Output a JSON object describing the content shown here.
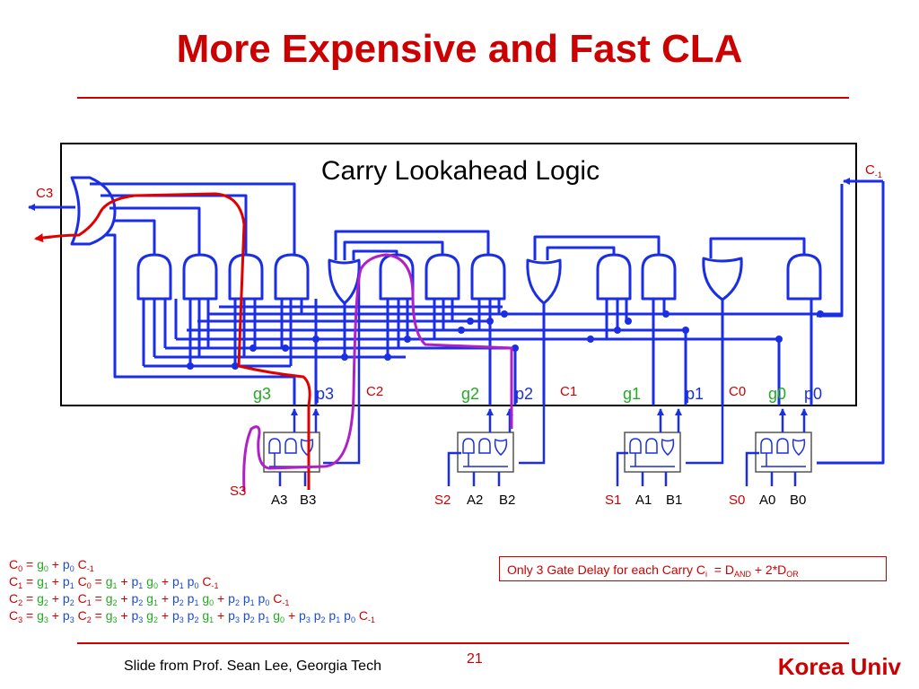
{
  "slide": {
    "title": "More Expensive and Fast CLA",
    "credit": "Slide from Prof. Sean Lee, Georgia Tech",
    "page_number": "21",
    "university": "Korea Univ"
  },
  "diagram": {
    "box_label": "Carry Lookahead Logic",
    "carry_in": "C",
    "carry_in_sub": "-1",
    "carry_out": "C3",
    "signals": [
      "g3",
      "p3",
      "C2",
      "g2",
      "p2",
      "C1",
      "g1",
      "p1",
      "C0",
      "g0",
      "p0"
    ],
    "bits": [
      {
        "sum": "S3",
        "a": "A3",
        "b": "B3"
      },
      {
        "sum": "S2",
        "a": "A2",
        "b": "B2"
      },
      {
        "sum": "S1",
        "a": "A1",
        "b": "B1"
      },
      {
        "sum": "S0",
        "a": "A0",
        "b": "B0"
      }
    ]
  },
  "equations": [
    [
      [
        "r",
        "C"
      ],
      [
        "rs",
        "0"
      ],
      [
        "r",
        " = "
      ],
      [
        "g",
        "g"
      ],
      [
        "gs",
        "0"
      ],
      [
        "r",
        " + "
      ],
      [
        "p",
        "p"
      ],
      [
        "ps",
        "0"
      ],
      [
        "r",
        " C"
      ],
      [
        "rs",
        "-1"
      ]
    ],
    [
      [
        "r",
        "C"
      ],
      [
        "rs",
        "1"
      ],
      [
        "r",
        " = "
      ],
      [
        "g",
        "g"
      ],
      [
        "gs",
        "1"
      ],
      [
        "r",
        " + "
      ],
      [
        "p",
        "p"
      ],
      [
        "ps",
        "1"
      ],
      [
        "r",
        " C"
      ],
      [
        "rs",
        "0"
      ],
      [
        "r",
        " = "
      ],
      [
        "g",
        "g"
      ],
      [
        "gs",
        "1"
      ],
      [
        "r",
        " + "
      ],
      [
        "p",
        "p"
      ],
      [
        "ps",
        "1"
      ],
      [
        "g",
        " g"
      ],
      [
        "gs",
        "0"
      ],
      [
        "r",
        " + "
      ],
      [
        "p",
        "p"
      ],
      [
        "ps",
        "1"
      ],
      [
        "p",
        " p"
      ],
      [
        "ps",
        "0"
      ],
      [
        "r",
        " C"
      ],
      [
        "rs",
        "-1"
      ]
    ],
    [
      [
        "r",
        "C"
      ],
      [
        "rs",
        "2"
      ],
      [
        "r",
        " = "
      ],
      [
        "g",
        "g"
      ],
      [
        "gs",
        "2"
      ],
      [
        "r",
        " + "
      ],
      [
        "p",
        "p"
      ],
      [
        "ps",
        "2"
      ],
      [
        "r",
        " C"
      ],
      [
        "rs",
        "1"
      ],
      [
        "r",
        " = "
      ],
      [
        "g",
        "g"
      ],
      [
        "gs",
        "2"
      ],
      [
        "r",
        " + "
      ],
      [
        "p",
        "p"
      ],
      [
        "ps",
        "2"
      ],
      [
        "g",
        " g"
      ],
      [
        "gs",
        "1"
      ],
      [
        "r",
        " + "
      ],
      [
        "p",
        "p"
      ],
      [
        "ps",
        "2"
      ],
      [
        "p",
        " p"
      ],
      [
        "ps",
        "1"
      ],
      [
        "g",
        " g"
      ],
      [
        "gs",
        "0"
      ],
      [
        "r",
        " + "
      ],
      [
        "p",
        "p"
      ],
      [
        "ps",
        "2"
      ],
      [
        "p",
        " p"
      ],
      [
        "ps",
        "1"
      ],
      [
        "p",
        " p"
      ],
      [
        "ps",
        "0"
      ],
      [
        "r",
        " C"
      ],
      [
        "rs",
        "-1"
      ]
    ],
    [
      [
        "r",
        "C"
      ],
      [
        "rs",
        "3"
      ],
      [
        "r",
        " = "
      ],
      [
        "g",
        "g"
      ],
      [
        "gs",
        "3"
      ],
      [
        "r",
        " + "
      ],
      [
        "p",
        "p"
      ],
      [
        "ps",
        "3"
      ],
      [
        "r",
        " C"
      ],
      [
        "rs",
        "2"
      ],
      [
        "r",
        " = "
      ],
      [
        "g",
        "g"
      ],
      [
        "gs",
        "3"
      ],
      [
        "r",
        " + "
      ],
      [
        "p",
        "p"
      ],
      [
        "ps",
        "3"
      ],
      [
        "g",
        " g"
      ],
      [
        "gs",
        "2"
      ],
      [
        "r",
        " + "
      ],
      [
        "p",
        "p"
      ],
      [
        "ps",
        "3"
      ],
      [
        "p",
        " p"
      ],
      [
        "ps",
        "2"
      ],
      [
        "g",
        " g"
      ],
      [
        "gs",
        "1"
      ],
      [
        "r",
        " + "
      ],
      [
        "p",
        "p"
      ],
      [
        "ps",
        "3"
      ],
      [
        "p",
        " p"
      ],
      [
        "ps",
        "2"
      ],
      [
        "p",
        " p"
      ],
      [
        "ps",
        "1"
      ],
      [
        "g",
        " g"
      ],
      [
        "gs",
        "0"
      ],
      [
        "r",
        " + "
      ],
      [
        "p",
        "p"
      ],
      [
        "ps",
        "3"
      ],
      [
        "p",
        " p"
      ],
      [
        "ps",
        "2"
      ],
      [
        "p",
        " p"
      ],
      [
        "ps",
        "1"
      ],
      [
        "p",
        " p"
      ],
      [
        "ps",
        "0"
      ],
      [
        "r",
        " C"
      ],
      [
        "rs",
        "-1"
      ]
    ]
  ],
  "delay_note": {
    "text": "Only 3 Gate Delay for each Carry C",
    "sub": "i",
    "eq1": "  = D",
    "sub1": "AND",
    "eq2": " + 2*D",
    "sub2": "OR"
  },
  "colors": {
    "accent": "#cc0000",
    "wire": "#1a2ee6",
    "green": "#22aa22",
    "purple": "#b020c8"
  }
}
